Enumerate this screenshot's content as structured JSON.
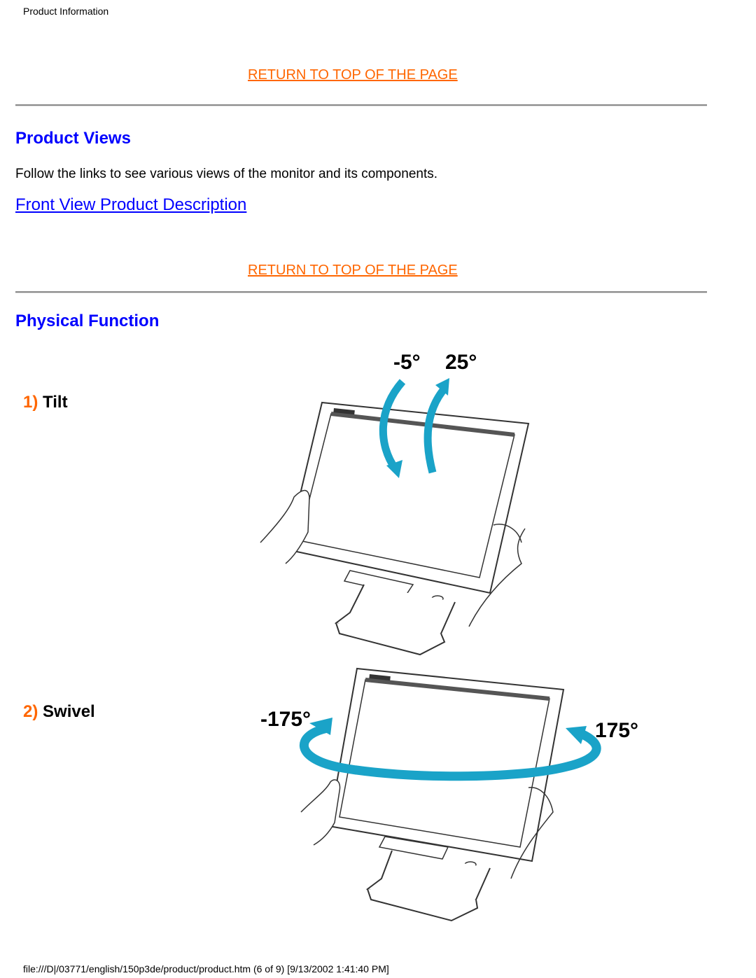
{
  "header": {
    "page_title": "Product Information"
  },
  "links": {
    "return_to_top": "RETURN TO TOP OF THE PAGE"
  },
  "product_views": {
    "heading": "Product Views",
    "description": "Follow the links to see various views of the monitor and its components.",
    "front_view_link": "Front View Product Description"
  },
  "physical_function": {
    "heading": "Physical Function",
    "items": [
      {
        "number": "1)",
        "label": "Tilt",
        "angles": [
          "-5°",
          "25°"
        ]
      },
      {
        "number": "2)",
        "label": "Swivel",
        "angles": [
          "-175°",
          "175°"
        ]
      }
    ]
  },
  "footer": {
    "path": "file:///D|/03771/english/150p3de/product/product.htm (6 of 9) [9/13/2002 1:41:40 PM]"
  },
  "colors": {
    "link_orange": "#ff6600",
    "heading_blue": "#0000ff",
    "arrow_teal": "#1aa3c8"
  }
}
